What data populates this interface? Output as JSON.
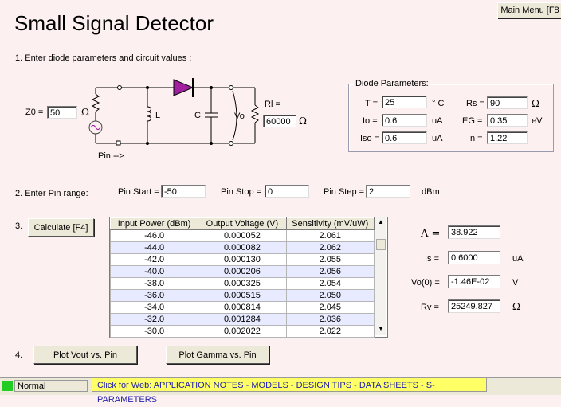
{
  "title": "Small Signal Detector",
  "main_menu_label": "Main Menu [F8",
  "step1_label": "1.  Enter diode parameters and circuit values :",
  "circuit": {
    "z0_label": "Z0 =",
    "z0_value": "50",
    "ohm": "Ω",
    "l_label": "L",
    "c_label": "C",
    "vo_label": "Vo",
    "rl_label": "Rl =",
    "rl_value": "60000",
    "pin_label": "Pin -->"
  },
  "diode": {
    "title": "Diode Parameters:",
    "T_label": "T =",
    "T_value": "25",
    "T_unit": "° C",
    "Rs_label": "Rs =",
    "Rs_value": "90",
    "Rs_unit": "Ω",
    "Io_label": "Io =",
    "Io_value": "0.6",
    "Io_unit": "uA",
    "EG_label": "EG =",
    "EG_value": "0.35",
    "EG_unit": "eV",
    "Iso_label": "Iso =",
    "Iso_value": "0.6",
    "Iso_unit": "uA",
    "n_label": "n =",
    "n_value": "1.22"
  },
  "step2": {
    "label": "2.  Enter Pin range:",
    "start_label": "Pin Start =",
    "start_value": "-50",
    "stop_label": "Pin Stop =",
    "stop_value": "0",
    "step_label": "Pin Step =",
    "step_value": "2",
    "unit": "dBm"
  },
  "step3": {
    "num": "3.",
    "calc_label": "Calculate  [F4]"
  },
  "table": {
    "headers": [
      "Input Power (dBm)",
      "Output Voltage (V)",
      "Sensitivity (mV/uW)"
    ],
    "rows": [
      [
        "-46.0",
        "0.000052",
        "2.061"
      ],
      [
        "-44.0",
        "0.000082",
        "2.062"
      ],
      [
        "-42.0",
        "0.000130",
        "2.055"
      ],
      [
        "-40.0",
        "0.000206",
        "2.056"
      ],
      [
        "-38.0",
        "0.000325",
        "2.054"
      ],
      [
        "-36.0",
        "0.000515",
        "2.050"
      ],
      [
        "-34.0",
        "0.000814",
        "2.045"
      ],
      [
        "-32.0",
        "0.001284",
        "2.036"
      ],
      [
        "-30.0",
        "0.002022",
        "2.022"
      ]
    ]
  },
  "results": {
    "lambda_label": "Λ =",
    "lambda_value": "38.922",
    "is_label": "Is =",
    "is_value": "0.6000",
    "is_unit": "uA",
    "vo0_label": "Vo(0) =",
    "vo0_value": "-1.46E-02",
    "vo0_unit": "V",
    "rv_label": "Rv =",
    "rv_value": "25249.827",
    "rv_unit": "Ω"
  },
  "step4": {
    "num": "4.",
    "plot_vout": "Plot Vout vs. Pin",
    "plot_gamma": "Plot Gamma vs. Pin"
  },
  "status": {
    "mode": "Normal",
    "weblinks": "Click for Web: APPLICATION NOTES - MODELS - DESIGN TIPS - DATA SHEETS - S-PARAMETERS"
  }
}
